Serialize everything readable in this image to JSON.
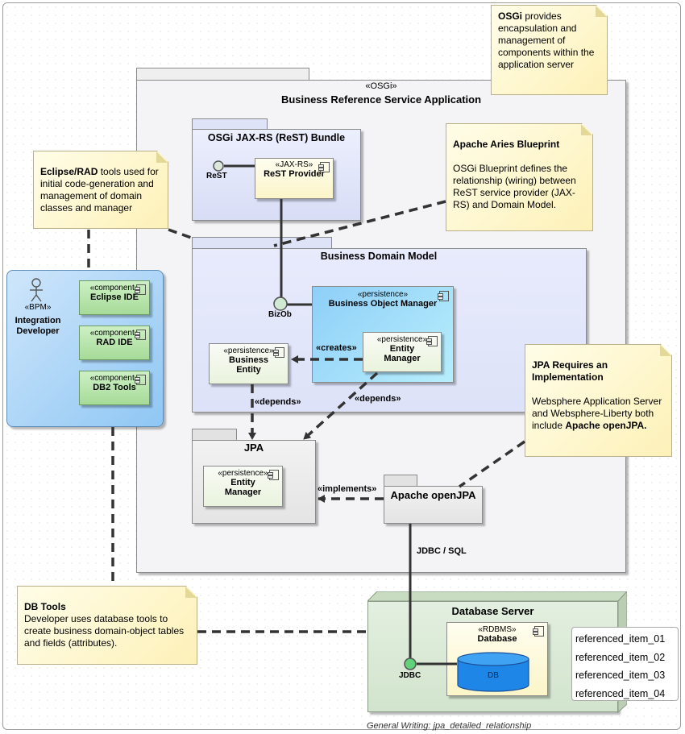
{
  "osgi_pkg": {
    "stereotype": "«OSGi»",
    "title": "Business Reference Service Application"
  },
  "jaxrs_bundle": {
    "title": "OSGi JAX-RS (ReST) Bundle",
    "port": "ReST",
    "provider": {
      "stereotype": "«JAX-RS»",
      "name": "ReST Provider"
    }
  },
  "domain_model": {
    "title": "Business Domain Model",
    "port": "BizOb",
    "bom": {
      "stereotype": "«persistence»",
      "name": "Business Object Manager"
    },
    "entity": {
      "stereotype": "«persistence»",
      "name_line1": "Business",
      "name_line2": "Entity"
    },
    "entity_manager": {
      "stereotype": "«persistence»",
      "name_line1": "Entity",
      "name_line2": "Manager"
    }
  },
  "jpa_pkg": {
    "title": "JPA",
    "entity_manager": {
      "stereotype": "«persistence»",
      "name_line1": "Entity",
      "name_line2": "Manager"
    }
  },
  "openjpa": {
    "title": "Apache openJPA"
  },
  "db_server": {
    "title": "Database Server",
    "db": {
      "stereotype": "«RDBMS»",
      "name": "Database",
      "cyl": "DB"
    },
    "port": "JDBC"
  },
  "developer": {
    "stereotype": "«BPM»",
    "name_line1": "Integration",
    "name_line2": "Developer",
    "tools": [
      {
        "stereotype": "«component»",
        "name": "Eclipse IDE"
      },
      {
        "stereotype": "«component»",
        "name": "RAD IDE"
      },
      {
        "stereotype": "«component»",
        "name": "DB2 Tools"
      }
    ]
  },
  "relations": {
    "creates": "«creates»",
    "depends1": "«depends»",
    "depends2": "«depends»",
    "implements": "«implements»",
    "jdbc_sql": "JDBC / SQL"
  },
  "notes": {
    "osgi": {
      "bold": "OSGi",
      "text": " provides encapsulation and management of components within the application server"
    },
    "eclipse": {
      "bold": "Eclipse/RAD",
      "text": " tools used for initial code-generation and management of domain classes and manager"
    },
    "aries": {
      "title": "Apache Aries Blueprint",
      "text": "OSGi Blueprint defines the relationship (wiring) between ReST service provider (JAX-RS) and Domain Model."
    },
    "jpa": {
      "title": "JPA Requires an Implementation",
      "text": "Websphere Application Server and Websphere-Liberty both include ",
      "bold_tail": "Apache openJPA."
    },
    "dbtools": {
      "title": "DB Tools",
      "text": "Developer uses database tools to create business domain-object tables and fields (attributes)."
    }
  },
  "referenced_items": [
    "referenced_item_01",
    "referenced_item_02",
    "referenced_item_03",
    "referenced_item_04"
  ],
  "footer": "General Writing: jpa_detailed_relationship"
}
